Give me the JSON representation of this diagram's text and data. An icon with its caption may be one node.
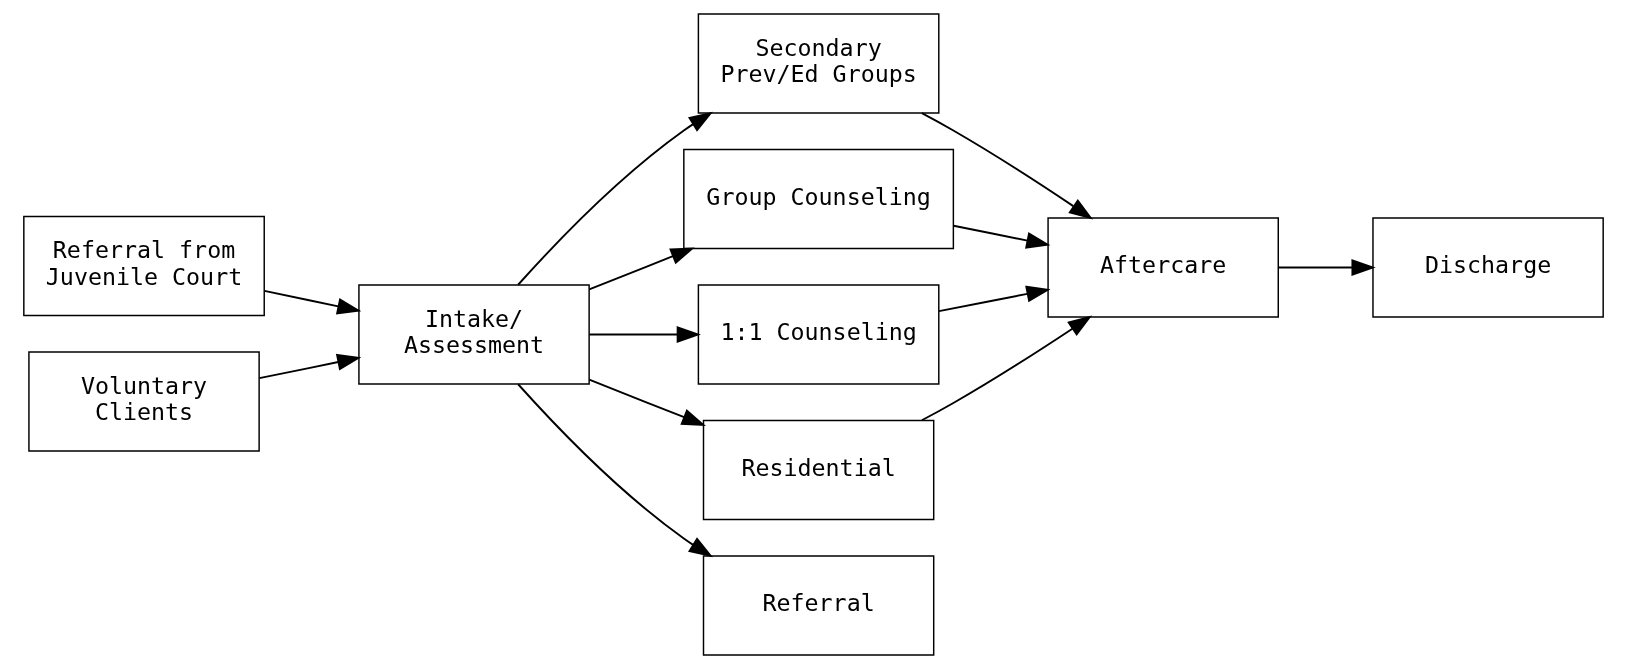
{
  "diagram": {
    "nodes": [
      {
        "text": [
          "Referral from Juvenile Court"
        ]
      },
      {
        "text": [
          "Voluntary Clients"
        ]
      },
      {
        "text": [
          "Intake/ Assessment"
        ]
      },
      {
        "text": [
          "Secondary Prev/Ed Groups"
        ]
      },
      {
        "text": [
          "Group Counseling"
        ]
      },
      {
        "text": [
          "1:1 Counseling"
        ]
      },
      {
        "text": [
          "Residential"
        ]
      },
      {
        "text": [
          "Referral"
        ]
      },
      {
        "text": [
          "Aftercare"
        ]
      },
      {
        "text": [
          "Discharge"
        ]
      }
    ],
    "edges": [
      {
        "from": 0,
        "to": 2,
        "arrow": "to"
      },
      {
        "from": 1,
        "to": 2,
        "arrow": "to"
      },
      {
        "from": 2,
        "to": 3,
        "arrow": "to"
      },
      {
        "from": 2,
        "to": 4,
        "arrow": "to"
      },
      {
        "from": 2,
        "to": 5,
        "arrow": "to"
      },
      {
        "from": 2,
        "to": 6,
        "arrow": "to"
      },
      {
        "from": 2,
        "to": 7,
        "arrow": "to"
      },
      {
        "from": 3,
        "to": 8,
        "arrow": "to"
      },
      {
        "from": 4,
        "to": 8,
        "arrow": "to"
      },
      {
        "from": 5,
        "to": 8,
        "arrow": "to"
      },
      {
        "from": 6,
        "to": 8,
        "arrow": "to"
      },
      {
        "from": 8,
        "to": 9,
        "arrow": "to"
      }
    ]
  }
}
